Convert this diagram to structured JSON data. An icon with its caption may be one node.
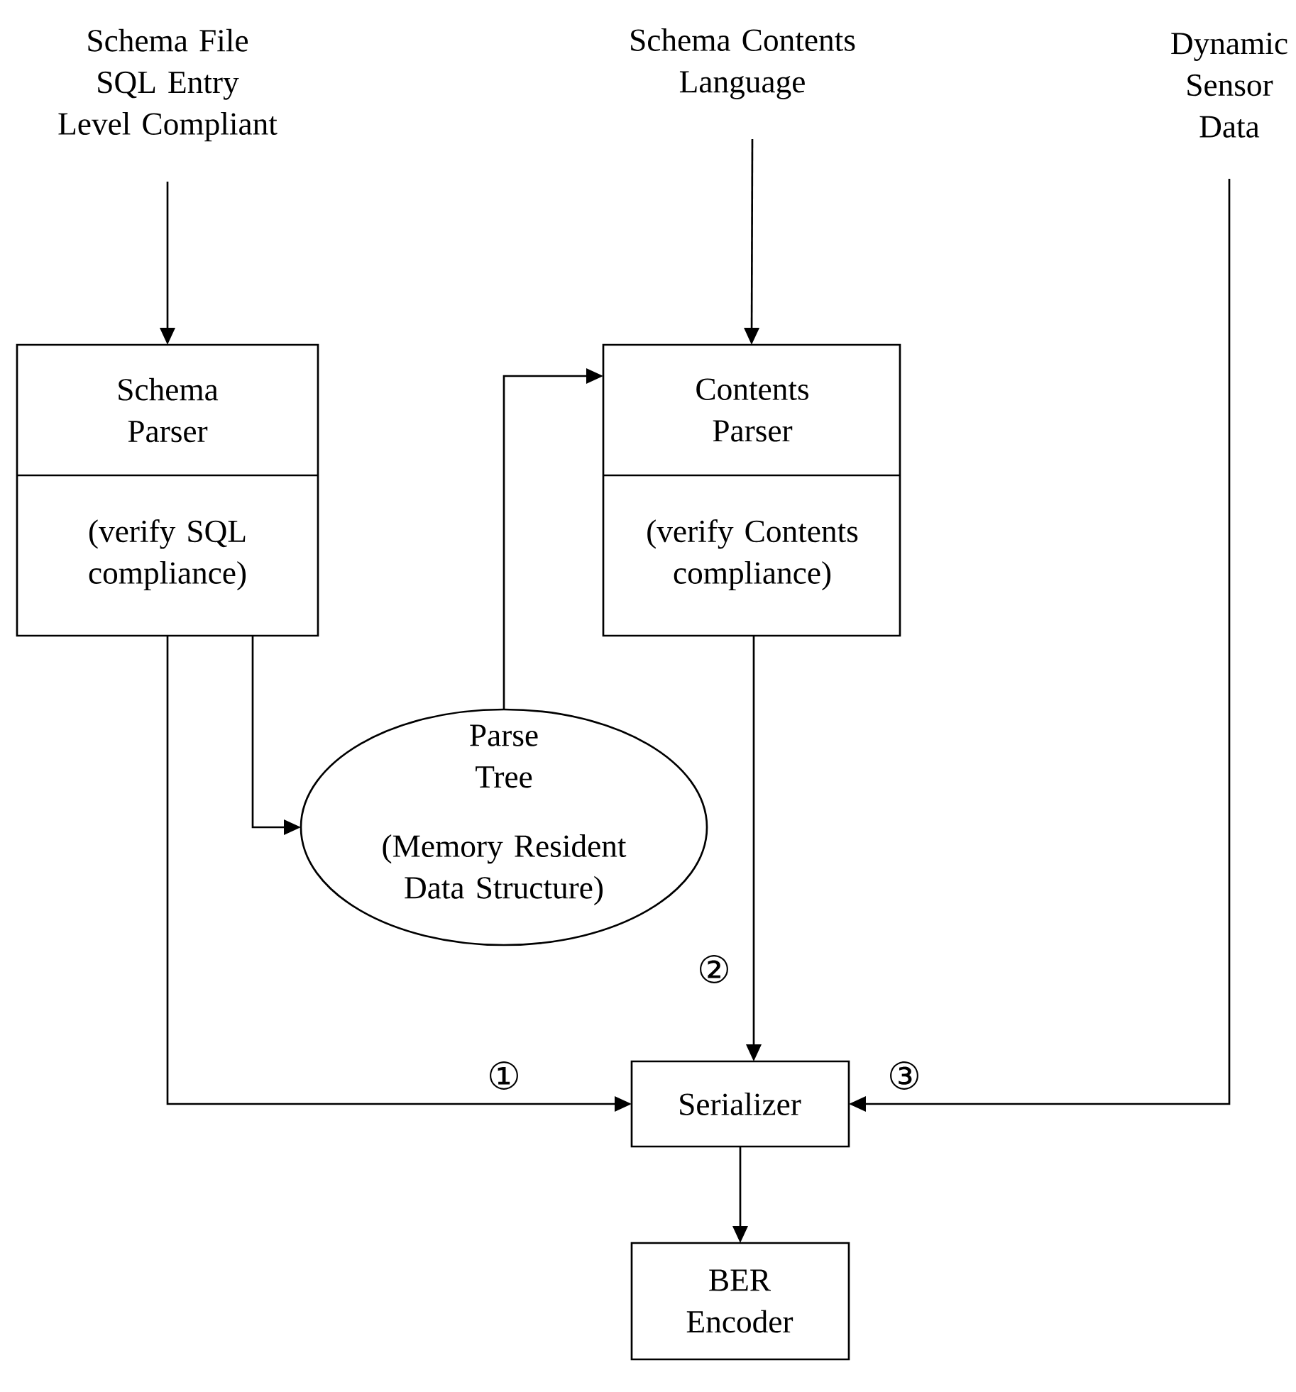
{
  "diagram": {
    "nodes": [
      {
        "text": [
          "Schema File SQL Entry Level Compliant"
        ]
      },
      {
        "text": [
          "Schema Contents Language"
        ]
      },
      {
        "text": [
          "Dynamic Sensor Data"
        ]
      },
      {
        "text": [
          "Schema Parser",
          "(verify SQL compliance)"
        ]
      },
      {
        "text": [
          "Contents Parser",
          "(verify Contents compliance)"
        ]
      },
      {
        "text": [
          "Parse Tree",
          "(Memory Resident Data Structure)"
        ]
      },
      {
        "text": [
          "Serializer"
        ]
      },
      {
        "text": [
          "BER Encoder"
        ]
      }
    ],
    "edges": [
      {
        "from": 0,
        "to": 3,
        "arrow": "to"
      },
      {
        "from": 1,
        "to": 4,
        "arrow": "to"
      },
      {
        "from": 3,
        "to": 5,
        "arrow": "to"
      },
      {
        "from": 5,
        "to": 4,
        "arrow": "to"
      },
      {
        "from": 3,
        "to": 6,
        "arrow": "to",
        "label": "①"
      },
      {
        "from": 4,
        "to": 6,
        "arrow": "to",
        "label": "②"
      },
      {
        "from": 2,
        "to": 6,
        "arrow": "to",
        "label": "③"
      },
      {
        "from": 6,
        "to": 7,
        "arrow": "to"
      }
    ]
  }
}
